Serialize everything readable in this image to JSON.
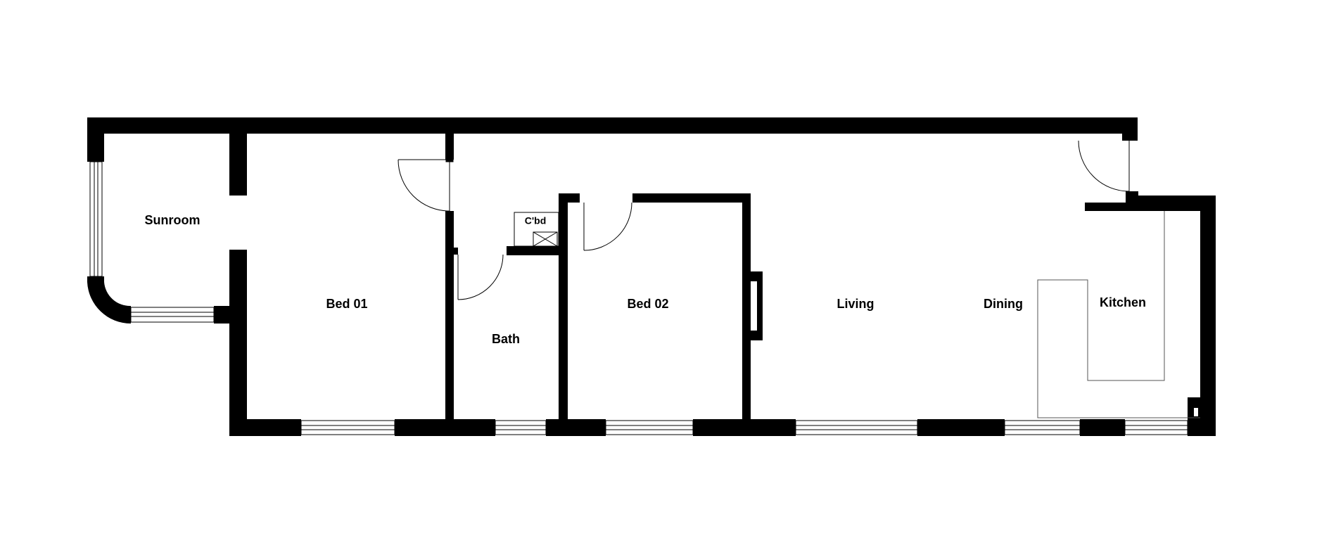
{
  "colors": {
    "wall": "#000000",
    "background": "#ffffff",
    "fixture": "#555555"
  },
  "rooms": {
    "sunroom": "Sunroom",
    "bed01": "Bed 01",
    "bath": "Bath",
    "cupboard": "C'bd",
    "bed02": "Bed 02",
    "living": "Living",
    "dining": "Dining",
    "kitchen": "Kitchen"
  },
  "icons": {
    "door": "door-swing-icon",
    "window": "window-icon"
  }
}
